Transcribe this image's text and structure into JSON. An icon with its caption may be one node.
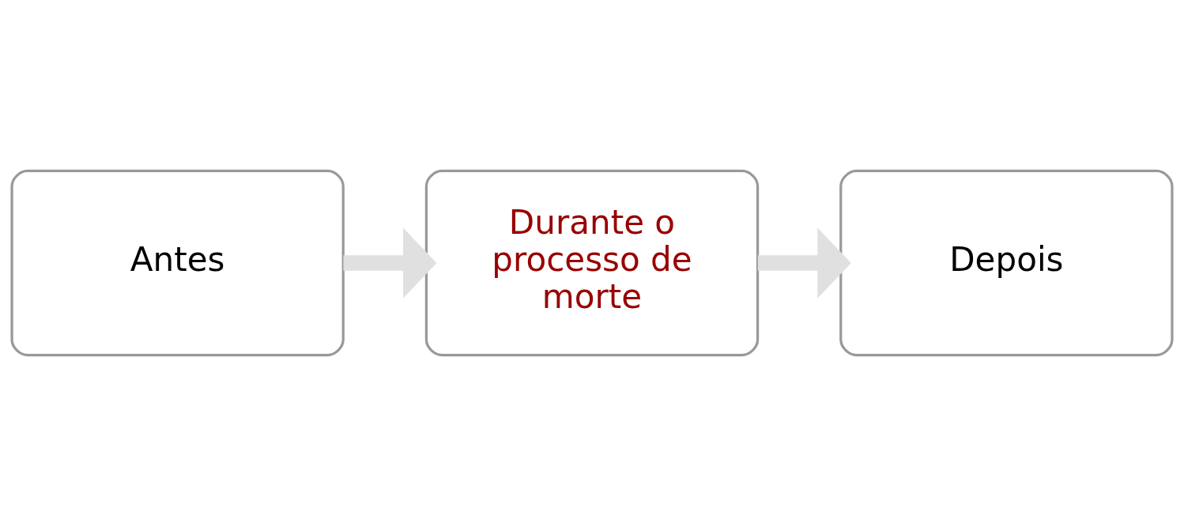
{
  "diagram": {
    "nodes": [
      {
        "text": [
          "Antes"
        ]
      },
      {
        "text": [
          "Durante o processo de morte"
        ]
      },
      {
        "text": [
          "Depois"
        ]
      }
    ],
    "edges": [
      {
        "from": 0,
        "to": 1,
        "arrow": "to"
      },
      {
        "from": 1,
        "to": 2,
        "arrow": "to"
      }
    ]
  }
}
